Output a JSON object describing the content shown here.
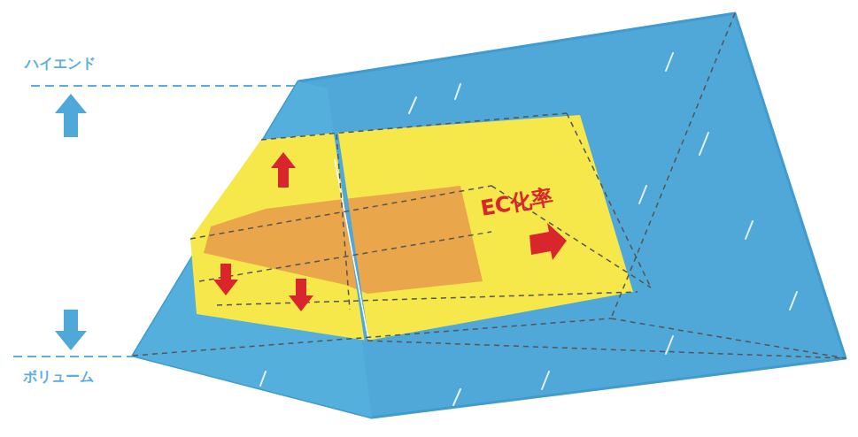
{
  "diagram": {
    "labels": [
      "ハイエンド",
      "ボリューム",
      "EC化率"
    ]
  }
}
